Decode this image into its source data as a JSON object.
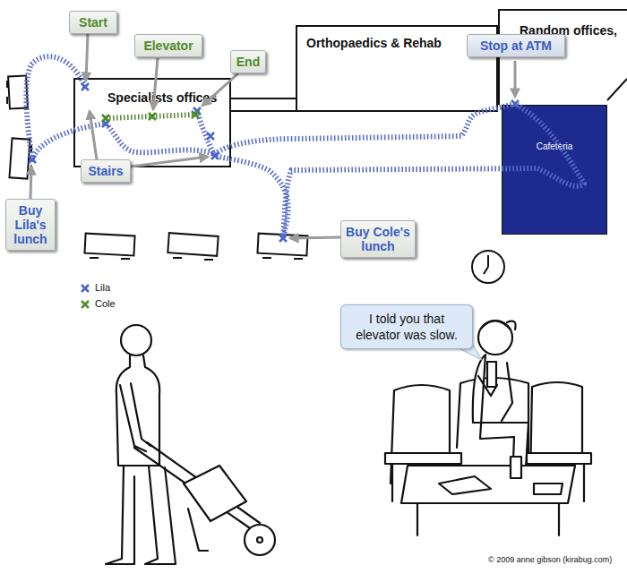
{
  "diagram": {
    "nodes": [
      {
        "text": [
          "Start"
        ]
      },
      {
        "text": [
          "Elevator"
        ]
      },
      {
        "text": [
          "End"
        ]
      },
      {
        "text": [
          "Specialists offices"
        ]
      },
      {
        "text": [
          "Orthopaedics & Rehab"
        ]
      },
      {
        "text": [
          "Random offices, etc."
        ]
      },
      {
        "text": [
          "Stop at ATM"
        ]
      },
      {
        "text": [
          "Cafeteria"
        ]
      },
      {
        "text": [
          "Stairs"
        ]
      },
      {
        "text": [
          "Buy Lila's lunch"
        ]
      },
      {
        "text": [
          "Buy Cole's lunch"
        ]
      },
      {
        "text": [
          "I told you that elevator was slow."
        ]
      }
    ],
    "labels": [
      "© 2009 anne gibson (kirabug.com)"
    ],
    "legend": [
      {
        "text": "Lila"
      },
      {
        "text": "Cole"
      }
    ]
  }
}
